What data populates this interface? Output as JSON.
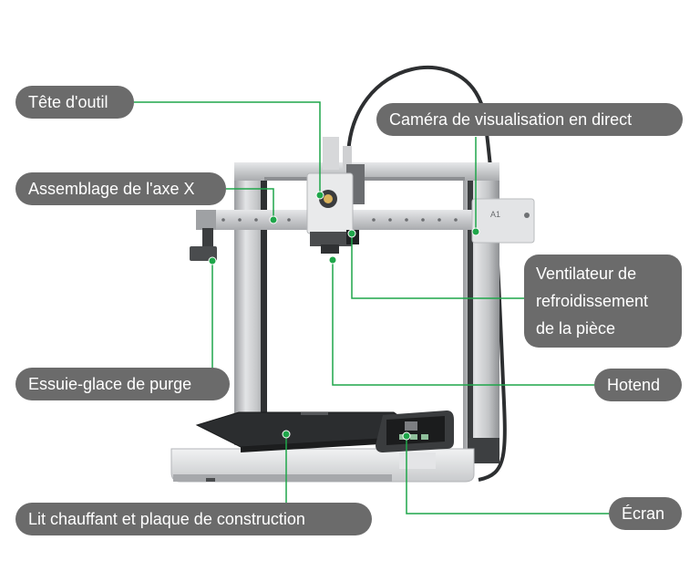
{
  "colors": {
    "label_bg": "#6b6b6b",
    "label_text": "#ffffff",
    "leader_line": "#1fa64a",
    "printer_frame": "#c9cbcd",
    "printer_dark": "#3a3c3e",
    "build_plate": "#2b2d2f"
  },
  "printer": {
    "model_badge": "A1"
  },
  "callouts": {
    "tool_head": "Tête d'outil",
    "live_view_camera": "Caméra de visualisation en direct",
    "x_axis_assembly": "Assemblage de l'axe X",
    "part_cooling_fan": [
      "Ventilateur de",
      "refroidissement",
      "de la pièce"
    ],
    "purge_wiper": "Essuie-glace de purge",
    "hotend": "Hotend",
    "heatbed_build_plate": "Lit chauffant et plaque de construction",
    "screen": "Écran"
  }
}
